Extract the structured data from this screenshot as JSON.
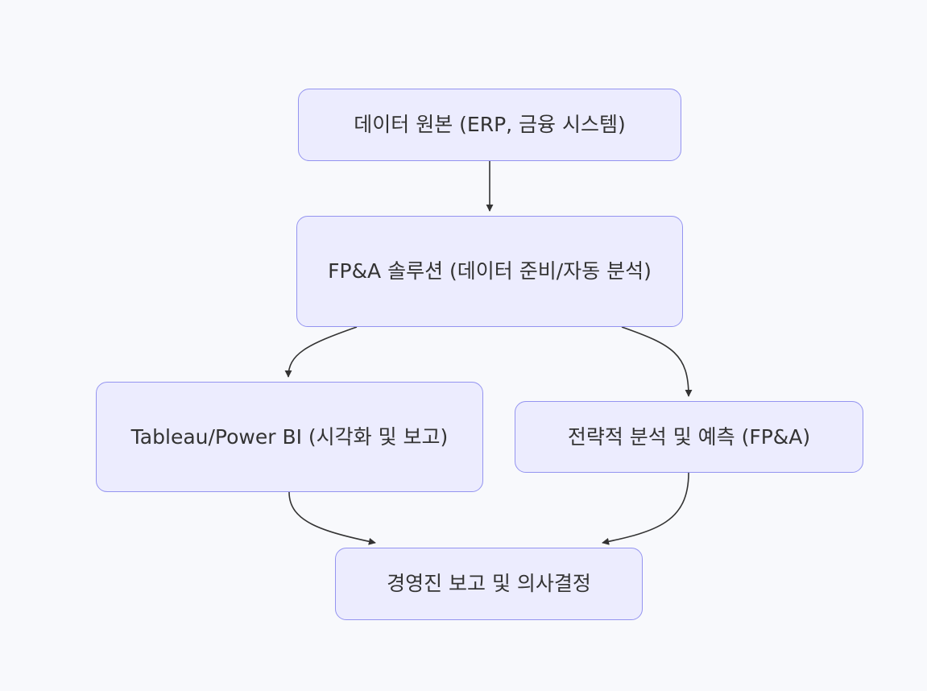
{
  "diagram": {
    "nodes": [
      {
        "id": "source",
        "label": "데이터 원본 (ERP, 금융 시스템)"
      },
      {
        "id": "fpa",
        "label": "FP&A 솔루션 (데이터 준비/자동 분석)"
      },
      {
        "id": "tableau",
        "label": "Tableau/Power BI (시각화 및 보고)"
      },
      {
        "id": "strategy",
        "label": "전략적 분석 및 예측 (FP&A)"
      },
      {
        "id": "exec",
        "label": "경영진 보고 및 의사결정"
      }
    ],
    "edges": [
      {
        "from": "source",
        "to": "fpa"
      },
      {
        "from": "fpa",
        "to": "tableau"
      },
      {
        "from": "fpa",
        "to": "strategy"
      },
      {
        "from": "tableau",
        "to": "exec"
      },
      {
        "from": "strategy",
        "to": "exec"
      }
    ],
    "colors": {
      "background": "#f8f9fc",
      "node_fill": "#ececfe",
      "node_border": "#9494f0",
      "text": "#333333",
      "edge": "#333333"
    }
  }
}
